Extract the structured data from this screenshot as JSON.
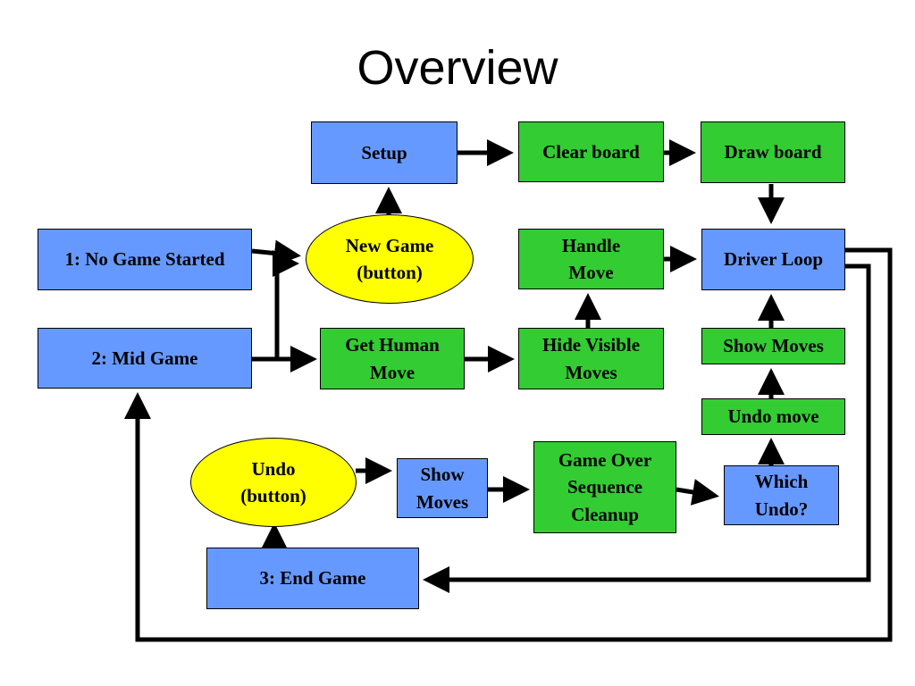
{
  "slide": {
    "title": "Overview"
  },
  "colors": {
    "blue_box": "#6699ff",
    "green_box": "#33cc33",
    "yellow_button": "#ffff00",
    "arrow": "#000000"
  },
  "nodes": {
    "setup": "Setup",
    "clear_board": "Clear board",
    "draw_board": "Draw board",
    "no_game_started": "1: No Game Started",
    "new_game_button": "New Game\n(button)",
    "handle_move": "Handle\nMove",
    "driver_loop": "Driver Loop",
    "mid_game": "2: Mid Game",
    "get_human_move": "Get Human\nMove",
    "hide_visible_moves": "Hide Visible\nMoves",
    "show_moves_right": "Show Moves",
    "undo_move": "Undo move",
    "undo_button": "Undo\n(button)",
    "show_moves_bottom": "Show\nMoves",
    "game_over_cleanup": "Game Over\nSequence\nCleanup",
    "which_undo": "Which\nUndo?",
    "end_game": "3: End Game"
  }
}
